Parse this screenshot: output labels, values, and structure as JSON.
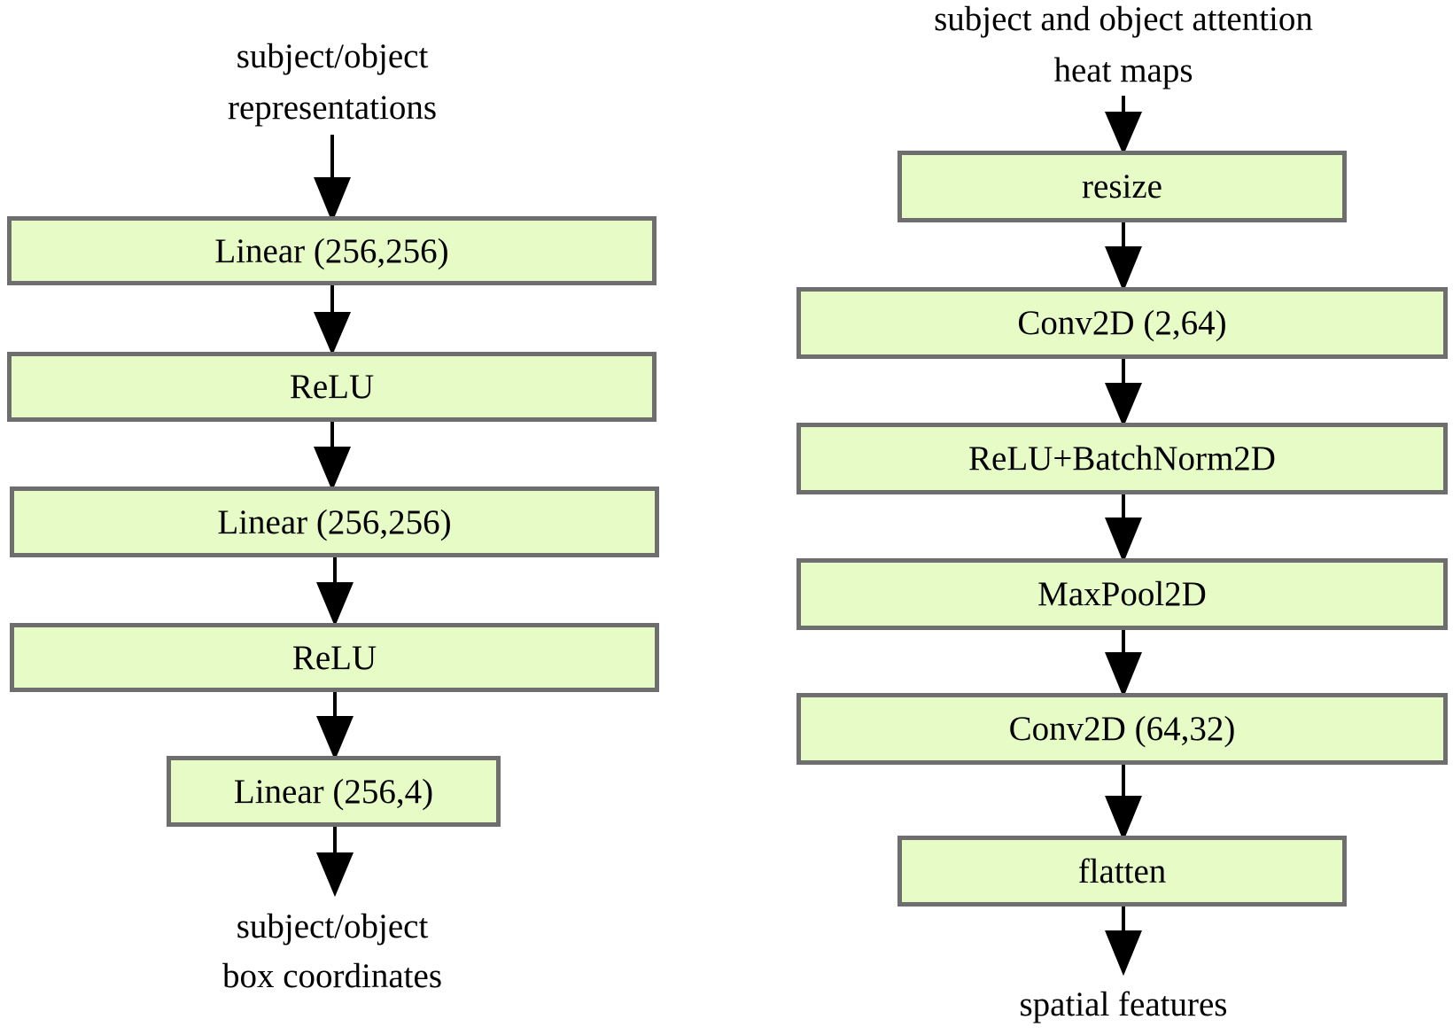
{
  "left_pipeline": {
    "input_line1": "subject/object",
    "input_line2": "representations",
    "layers": [
      "Linear (256,256)",
      "ReLU",
      "Linear (256,256)",
      "ReLU",
      "Linear (256,4)"
    ],
    "output_line1": "subject/object",
    "output_line2": "box coordinates"
  },
  "right_pipeline": {
    "input_line1": "subject and object attention",
    "input_line2": "heat maps",
    "layers": [
      "resize",
      "Conv2D (2,64)",
      "ReLU+BatchNorm2D",
      "MaxPool2D",
      "Conv2D (64,32)",
      "flatten"
    ],
    "output": "spatial features"
  },
  "colors": {
    "box_fill": "#e6fbc6",
    "box_border": "#6e6e6e",
    "arrow": "#000000"
  }
}
